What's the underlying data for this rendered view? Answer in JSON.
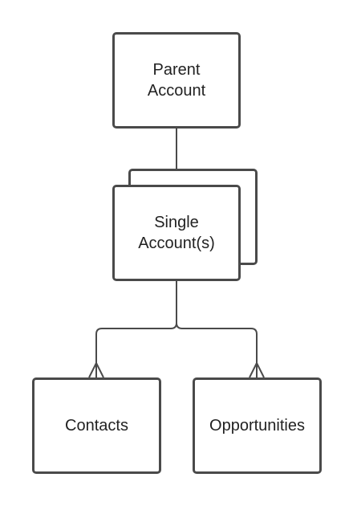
{
  "diagram": {
    "nodes": {
      "parent_account": {
        "label": "Parent\nAccount"
      },
      "single_accounts": {
        "label": "Single\nAccount(s)"
      },
      "contacts": {
        "label": "Contacts"
      },
      "opportunities": {
        "label": "Opportunities"
      }
    },
    "relationships": [
      {
        "from": "parent_account",
        "to": "single_accounts",
        "cardinality": "one-to-many"
      },
      {
        "from": "single_accounts",
        "to": "contacts",
        "cardinality": "one-to-many"
      },
      {
        "from": "single_accounts",
        "to": "opportunities",
        "cardinality": "one-to-many"
      }
    ],
    "colors": {
      "stroke": "#4a4a4a",
      "text": "#222222",
      "background": "#ffffff"
    }
  }
}
